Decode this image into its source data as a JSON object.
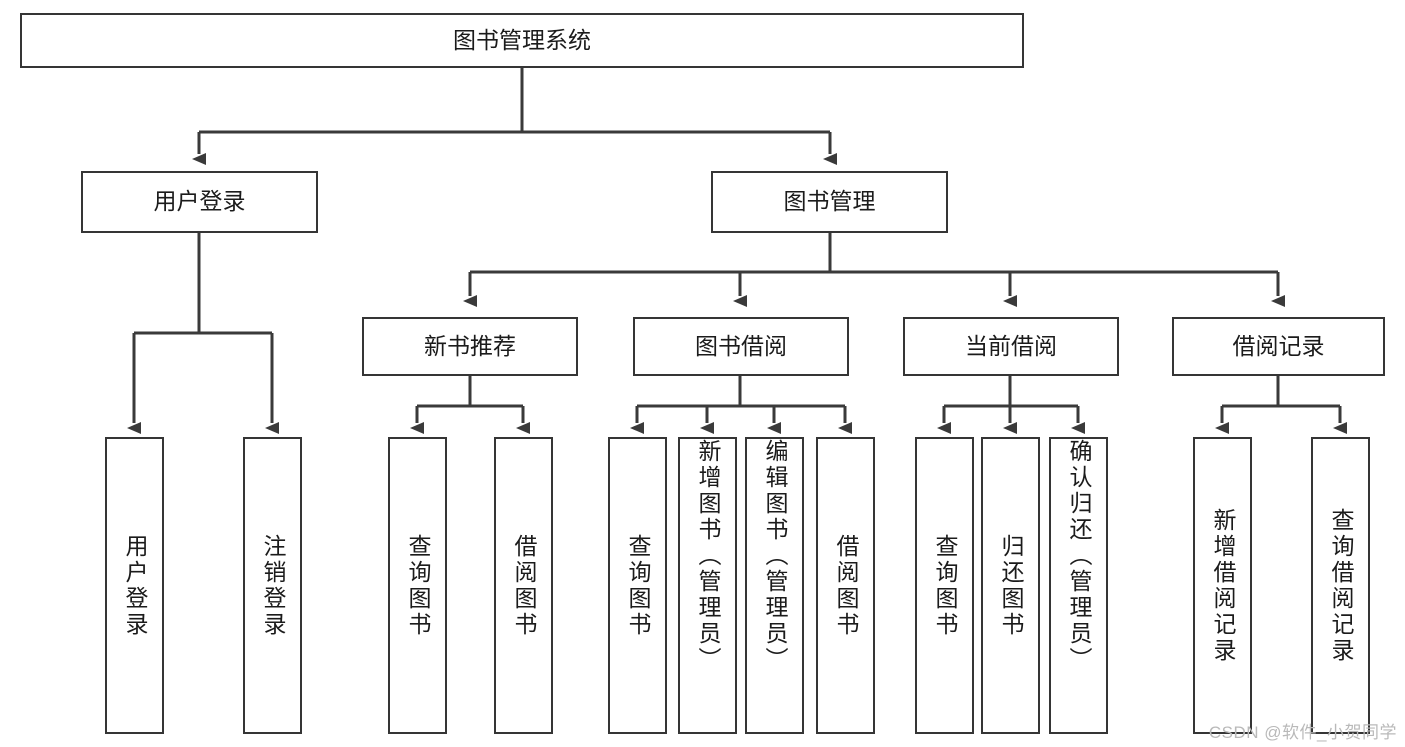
{
  "diagram": {
    "title": "图书管理系统",
    "type": "tree-hierarchy-chart",
    "colors": {
      "box_border": "#353535",
      "box_fill": "#ffffff",
      "connector": "#3a3a3a",
      "text": "#1b1b1b",
      "watermark": "#b9b9b9",
      "background": "#ffffff"
    },
    "root": {
      "label": "图书管理系统"
    },
    "level1": [
      {
        "label": "用户登录"
      },
      {
        "label": "图书管理"
      }
    ],
    "level2": [
      {
        "label": "新书推荐"
      },
      {
        "label": "图书借阅"
      },
      {
        "label": "当前借阅"
      },
      {
        "label": "借阅记录"
      }
    ],
    "leaves_user_login": [
      {
        "label": "用户登录"
      },
      {
        "label": "注销登录"
      }
    ],
    "leaves_new_book": [
      {
        "label": "查询图书"
      },
      {
        "label": "借阅图书"
      }
    ],
    "leaves_borrow": [
      {
        "label": "查询图书"
      },
      {
        "label": "新增图书（管理员）"
      },
      {
        "label": "编辑图书（管理员）"
      },
      {
        "label": "借阅图书"
      }
    ],
    "leaves_current": [
      {
        "label": "查询图书"
      },
      {
        "label": "归还图书"
      },
      {
        "label": "确认归还（管理员）"
      }
    ],
    "leaves_record": [
      {
        "label": "新增借阅记录"
      },
      {
        "label": "查询借阅记录"
      }
    ]
  },
  "watermark": {
    "text": "CSDN @软件_小贺同学"
  }
}
